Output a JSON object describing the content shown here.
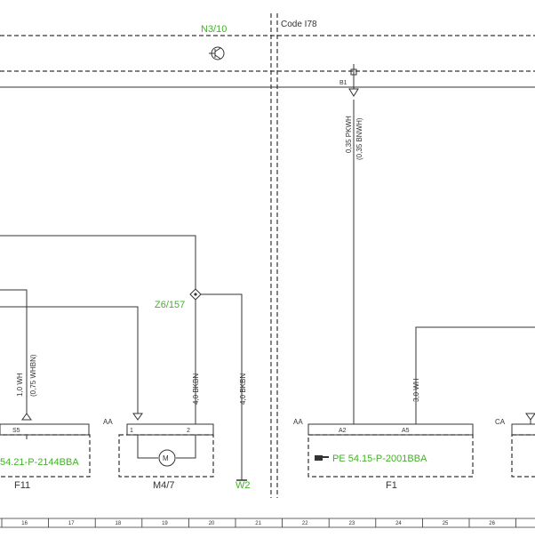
{
  "header": {
    "ecu_label": "N3/10",
    "code_label": "Code I78"
  },
  "left_wires": {
    "wire_s5": {
      "main": "1,0 WH",
      "alt": "(0,75 WHBN)"
    },
    "wire_m4_2": {
      "main": "4,0 BKBN"
    },
    "wire_w2": {
      "main": "4,0 BKBN"
    }
  },
  "right_wires": {
    "wire_b1": {
      "main": "0,35 PKWH",
      "alt": "(0,35 BNWH)"
    },
    "wire_a5": {
      "main": "3,0 WH"
    }
  },
  "splice": {
    "label": "Z6/157"
  },
  "ground": {
    "label": "W2"
  },
  "pins": {
    "b1": "B1",
    "s5": "S5",
    "aa_left": "AA",
    "m1": "1",
    "m2": "2",
    "aa_right": "AA",
    "a2": "A2",
    "a5": "A5",
    "ca": "CA"
  },
  "fuse_boxes": {
    "f11": {
      "ref": "54.21-P-2144BBA",
      "name": "F11"
    },
    "m47": {
      "name": "M4/7"
    },
    "f1": {
      "ref": "PE 54.15-P-2001BBA",
      "name": "F1"
    }
  },
  "grid_numbers": [
    "16",
    "17",
    "18",
    "19",
    "20",
    "21",
    "22",
    "23",
    "24",
    "25",
    "26"
  ],
  "colors": {
    "line": "#333333",
    "accent_green": "#44b02a"
  },
  "icons": {
    "transistor": "transistor-icon",
    "motor": "motor-icon",
    "reference": "hand-pointer-icon",
    "splice": "splice-icon",
    "ground": "ground-icon"
  }
}
